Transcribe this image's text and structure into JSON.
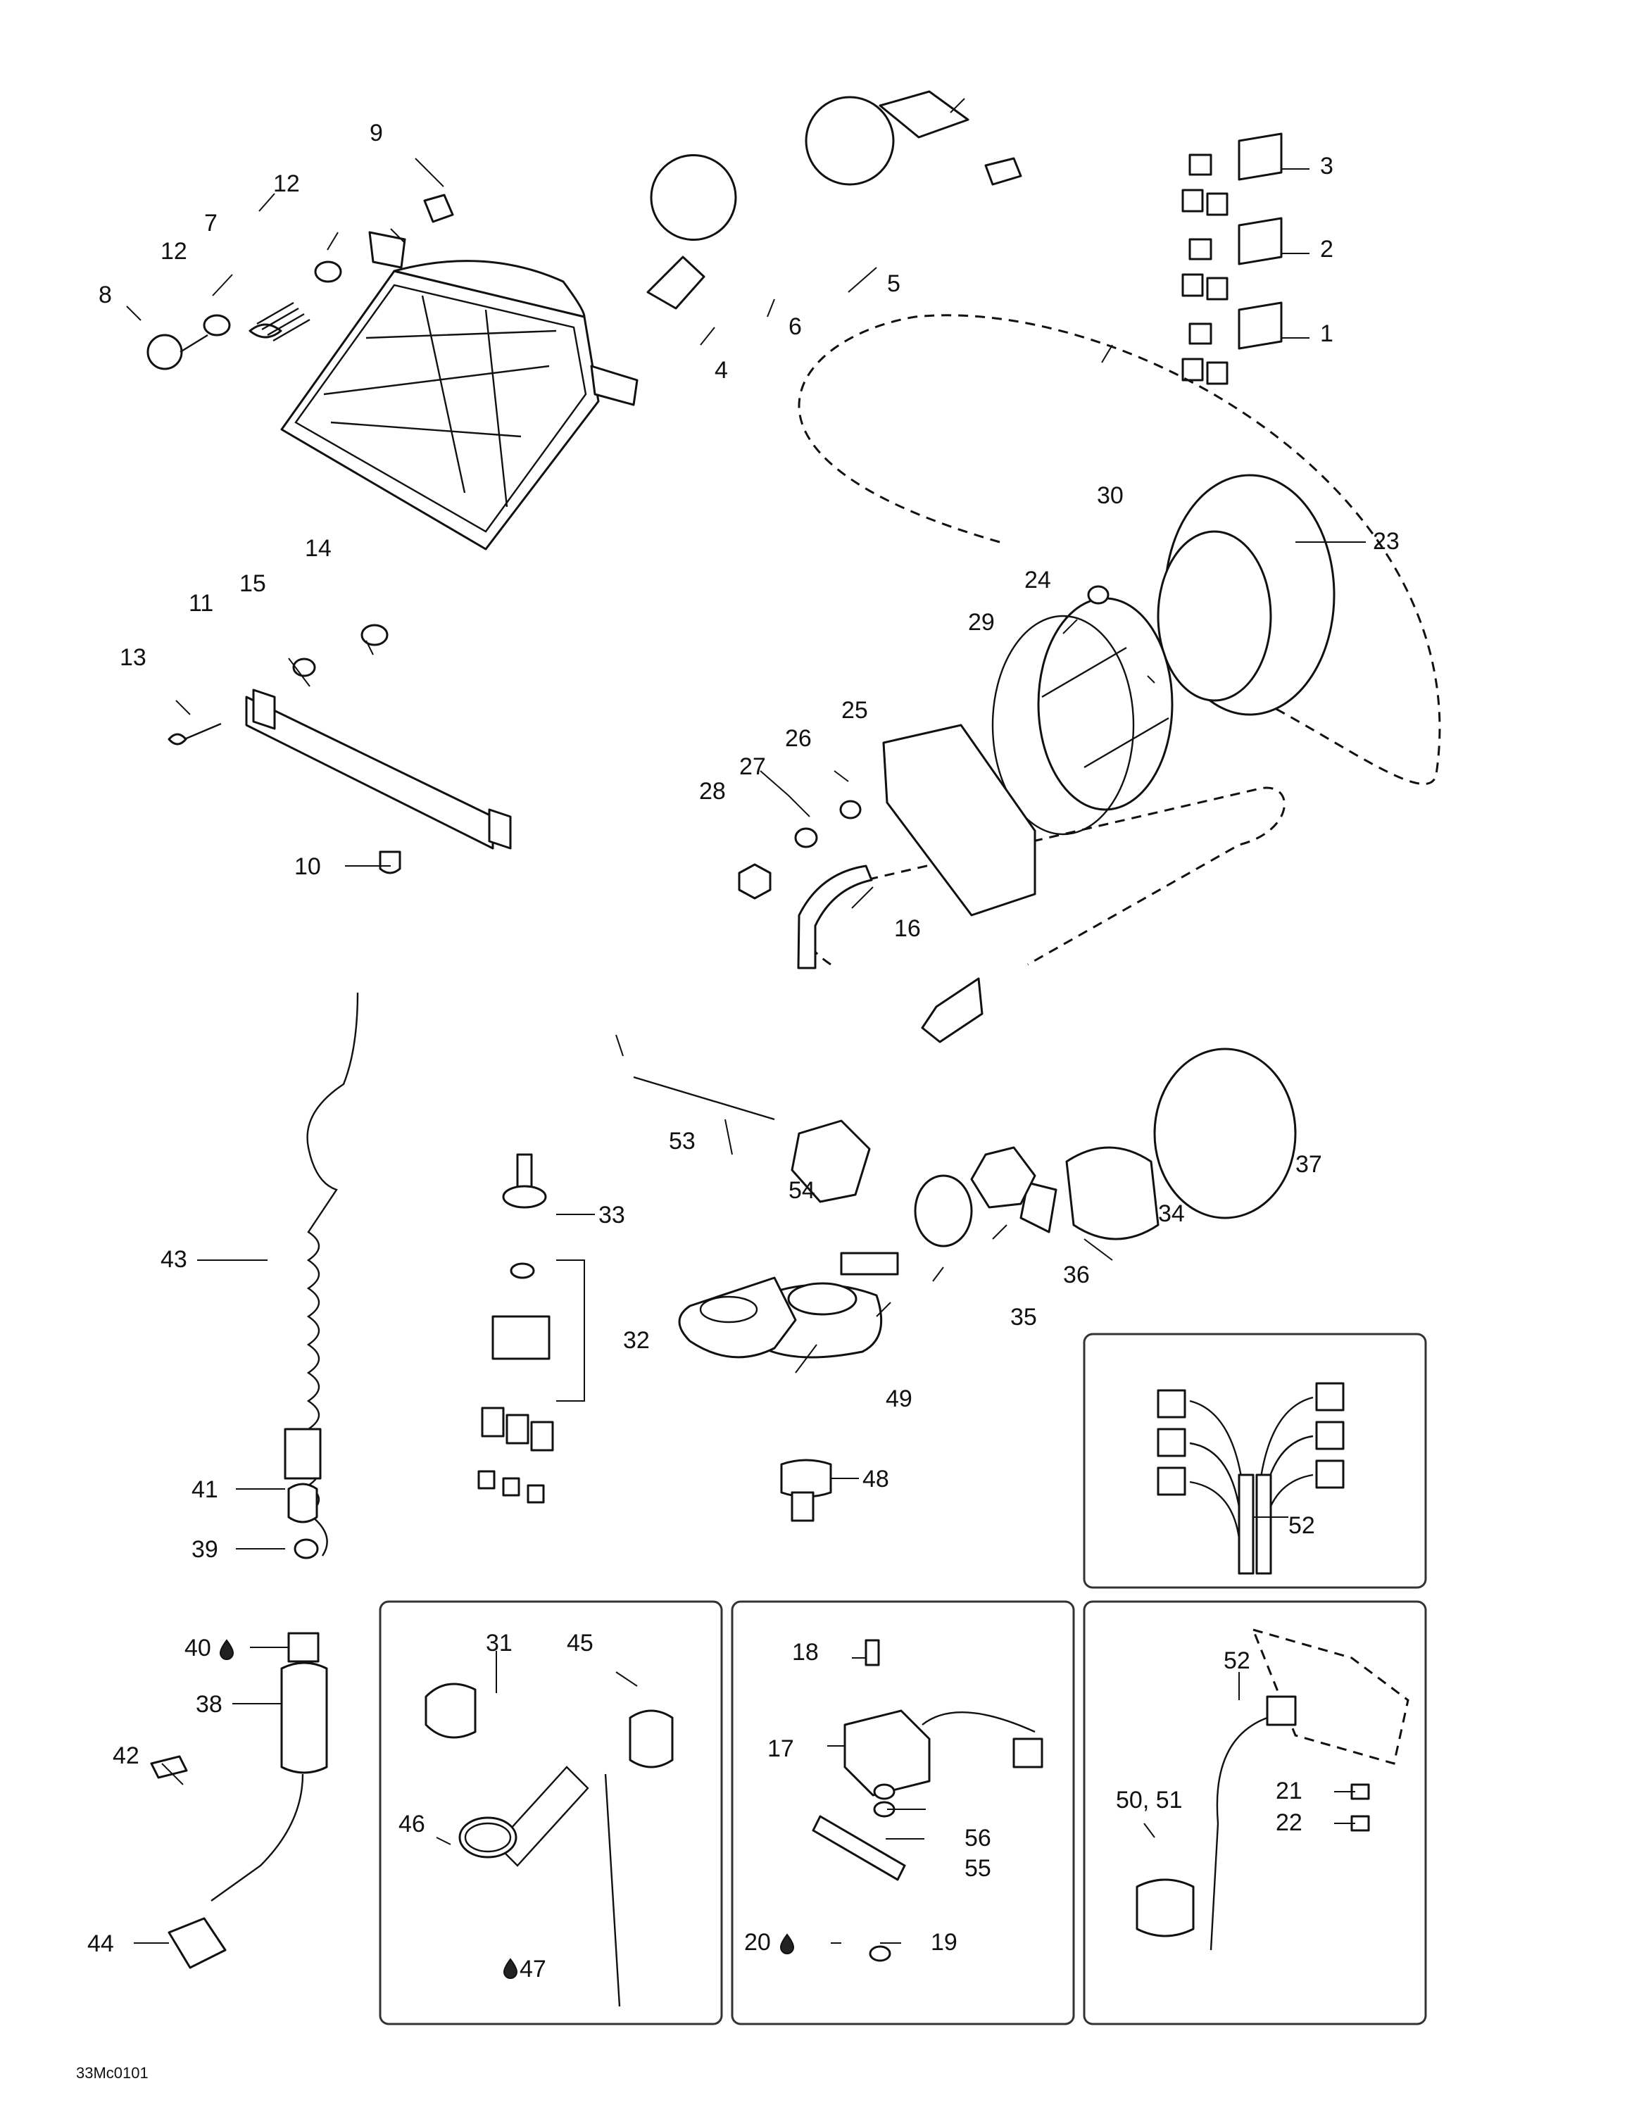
{
  "diagram_code": "33Mc0101",
  "callouts": [
    "1",
    "2",
    "3",
    "4",
    "5",
    "6",
    "7",
    "8",
    "9",
    "10",
    "11",
    "12",
    "12",
    "13",
    "14",
    "15",
    "16",
    "17",
    "18",
    "19",
    "20",
    "21",
    "22",
    "23",
    "24",
    "25",
    "26",
    "27",
    "28",
    "29",
    "30",
    "31",
    "32",
    "33",
    "34",
    "35",
    "36",
    "37",
    "38",
    "39",
    "40",
    "41",
    "42",
    "43",
    "44",
    "45",
    "46",
    "47",
    "48",
    "49",
    "50, 51",
    "52",
    "52",
    "53",
    "54",
    "55",
    "56"
  ],
  "sealant_marked": [
    "20",
    "40",
    "47"
  ]
}
